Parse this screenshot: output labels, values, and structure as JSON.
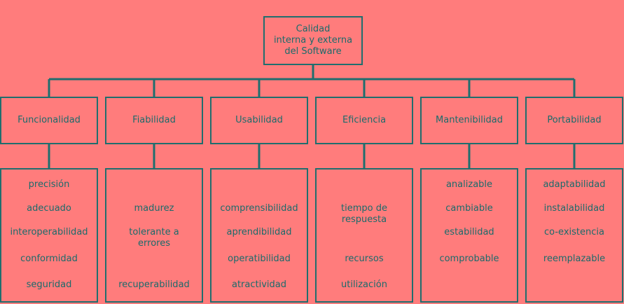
{
  "diagram": {
    "root": {
      "lines": [
        "Calidad",
        "interna y externa",
        "del Software"
      ]
    },
    "categories": [
      {
        "label": "Funcionalidad",
        "items": [
          "precisión",
          "adecuado",
          "interoperabilidad",
          "conformidad",
          "seguridad"
        ]
      },
      {
        "label": "Fiabilidad",
        "items": [
          "madurez",
          "tolerante a errores",
          "recuperabilidad"
        ]
      },
      {
        "label": "Usabilidad",
        "items": [
          "comprensibilidad",
          "aprendibilidad",
          "operatibilidad",
          "atractividad"
        ]
      },
      {
        "label": "Eficiencia",
        "items": [
          "tiempo de respuesta",
          "recursos",
          "utilización"
        ]
      },
      {
        "label": "Mantenibilidad",
        "items": [
          "analizable",
          "cambiable",
          "estabilidad",
          "comprobable"
        ]
      },
      {
        "label": "Portabilidad",
        "items": [
          "adaptabilidad",
          "instalabilidad",
          "co-existencia",
          "reemplazable"
        ]
      }
    ],
    "colors": {
      "background": "#ff7c7c",
      "line": "#1f6e6e",
      "text": "#1a6b6b"
    }
  }
}
